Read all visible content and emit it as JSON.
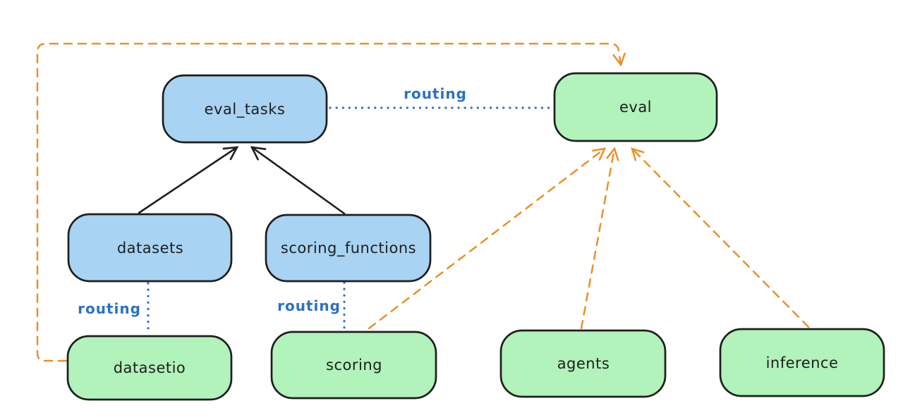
{
  "diagram_type": "architecture-graph",
  "colors": {
    "background": "#ffffff",
    "node_stroke": "#1e1e1e",
    "blue_fill": "#a8d3f2",
    "green_fill": "#b2f2bb",
    "routing_blue": "#2b72c2",
    "orange": "#ea8f28",
    "text": "#1e1e1e"
  },
  "nodes": {
    "eval_tasks": {
      "label": "eval_tasks",
      "fill": "#a8d3f2",
      "kind": "resource"
    },
    "eval": {
      "label": "eval",
      "fill": "#b2f2bb",
      "kind": "api"
    },
    "datasets": {
      "label": "datasets",
      "fill": "#a8d3f2",
      "kind": "resource"
    },
    "scoring_functions": {
      "label": "scoring_functions",
      "fill": "#a8d3f2",
      "kind": "resource"
    },
    "datasetio": {
      "label": "datasetio",
      "fill": "#b2f2bb",
      "kind": "api"
    },
    "scoring": {
      "label": "scoring",
      "fill": "#b2f2bb",
      "kind": "api"
    },
    "agents": {
      "label": "agents",
      "fill": "#b2f2bb",
      "kind": "api"
    },
    "inference": {
      "label": "inference",
      "fill": "#b2f2bb",
      "kind": "api"
    }
  },
  "edge_labels": {
    "eval_tasks_to_eval": "routing",
    "datasets_to_datasetio": "routing",
    "scoring_functions_to_scoring": "routing"
  },
  "edges": [
    {
      "from": "datasets",
      "to": "eval_tasks",
      "style": "solid",
      "color": "#1e1e1e",
      "arrow": true
    },
    {
      "from": "scoring_functions",
      "to": "eval_tasks",
      "style": "solid",
      "color": "#1e1e1e",
      "arrow": true
    },
    {
      "from": "eval_tasks",
      "to": "eval",
      "style": "dotted",
      "color": "#2b72c2",
      "label": "routing",
      "arrow": false
    },
    {
      "from": "datasets",
      "to": "datasetio",
      "style": "dotted",
      "color": "#2b72c2",
      "label": "routing",
      "arrow": false
    },
    {
      "from": "scoring_functions",
      "to": "scoring",
      "style": "dotted",
      "color": "#2b72c2",
      "label": "routing",
      "arrow": false
    },
    {
      "from": "datasetio",
      "to": "eval",
      "style": "dashed",
      "color": "#ea8f28",
      "arrow": true
    },
    {
      "from": "scoring",
      "to": "eval",
      "style": "dashed",
      "color": "#ea8f28",
      "arrow": true
    },
    {
      "from": "agents",
      "to": "eval",
      "style": "dashed",
      "color": "#ea8f28",
      "arrow": true
    },
    {
      "from": "inference",
      "to": "eval",
      "style": "dashed",
      "color": "#ea8f28",
      "arrow": true
    }
  ]
}
